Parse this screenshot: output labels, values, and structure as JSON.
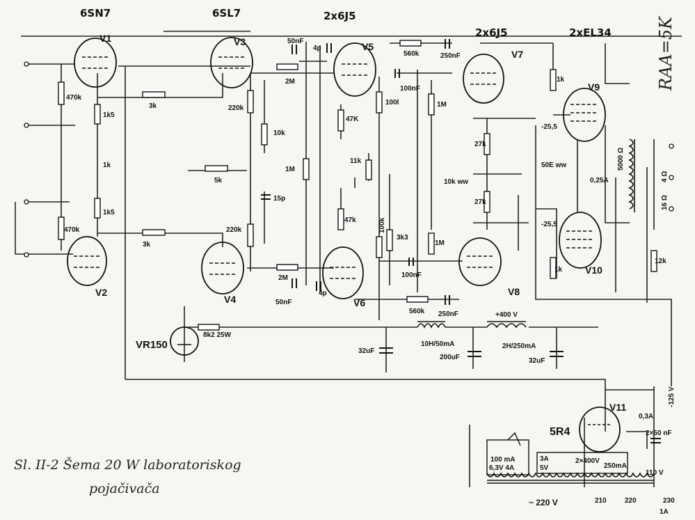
{
  "header": {
    "tube_types": [
      "6SN7",
      "6SL7",
      "2x6J5",
      "2x6J5",
      "2xEL34"
    ],
    "raa_note": "RAA=5K"
  },
  "tubes": [
    "V1",
    "V2",
    "V3",
    "V4",
    "V5",
    "V6",
    "V7",
    "V8",
    "V9",
    "V10",
    "V11"
  ],
  "rectifier": {
    "type": "5R4",
    "tube_label": "VR150"
  },
  "components": {
    "r_470k_a": "470k",
    "r_470k_b": "470k",
    "r_1k5_a": "1k5",
    "r_1k5_b": "1k5",
    "pot_1k": "1k",
    "r_3k_a": "3k",
    "r_3k_b": "3k",
    "r_5k": "5k",
    "r_220k_a": "220k",
    "r_220k_b": "220k",
    "r_10k": "10k",
    "c_15p": "15p",
    "c_50nF_a": "50nF",
    "c_50nF_b": "50nF",
    "c_4p_a": "4p",
    "c_4p_b": "4p",
    "r_2M_a": "2M",
    "r_2M_b": "2M",
    "r_1M": "1M",
    "r_47K": "47K",
    "r_47k": "47k",
    "r_11k": "11k",
    "r_100l": "100l",
    "r_100k": "100k",
    "r_3k3": "3k3",
    "r_560k_a": "560k",
    "r_560k_b": "560k",
    "c_250nF_a": "250nF",
    "c_250nF_b": "250nF",
    "c_100nF_a": "100nF",
    "c_100nF_b": "100nF",
    "r_1M_b": "1M",
    "r_1M_c": "1M",
    "r_27k_a": "27k",
    "r_27k_b": "27k",
    "pot_10k": "10k ww",
    "r_1k_a": "1k",
    "r_1k_b": "1k",
    "r_50E": "50E ww",
    "fuse_025": "0,25A",
    "bias_a": "-25,5",
    "bias_b": "-25,5",
    "r_12k": "12k",
    "r_8k2": "8k2 25W",
    "c_32uF_a": "32uF",
    "c_32uF_b": "32uF",
    "c_200uF": "200uF",
    "l1": "10H/50mA",
    "l2": "2H/250mA",
    "v_400": "+400 V",
    "v_m125": "-125 V",
    "ot_5000": "5000 Ω",
    "ot_4": "4 Ω",
    "ot_16": "16 Ω",
    "fuse_03": "0,3A",
    "c_2x50": "2×50 nF",
    "pt_2x400": "2×400V",
    "pt_250": "250mA",
    "pt_3a": "3A",
    "pt_5v": "5V",
    "pt_100ma": "100 mA",
    "pt_63v": "6,3V 4A",
    "mains_220": "~ 220 V",
    "mains_110": "110 V",
    "tap_210": "210",
    "tap_220": "220",
    "tap_230": "230",
    "fuse_1a": "1A"
  },
  "caption": {
    "line1": "Sl. II-2   Šema 20 W laboratoriskog",
    "line2": "pojačivača"
  }
}
